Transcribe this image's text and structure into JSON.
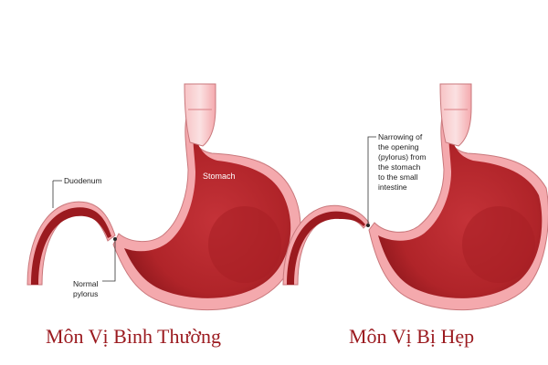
{
  "left_panel": {
    "duodenum_label": "Duodenum",
    "stomach_label": "Stomach",
    "pylorus_label": [
      "Normal",
      "pylorus"
    ],
    "caption": "Môn Vị Bình Thường"
  },
  "right_panel": {
    "narrowing_label": [
      "Narrowing of",
      "the opening",
      "(pylorus) from",
      "the stomach",
      "to the small",
      "intestine"
    ],
    "caption": "Môn Vị Bị Hẹp"
  },
  "colors": {
    "stomach_fill": "#b5262d",
    "stomach_dark": "#7f1419",
    "esophagus_pink": "#f4a9ad",
    "esophagus_light": "#f9d3d4",
    "caption": "#9b1a1f"
  }
}
